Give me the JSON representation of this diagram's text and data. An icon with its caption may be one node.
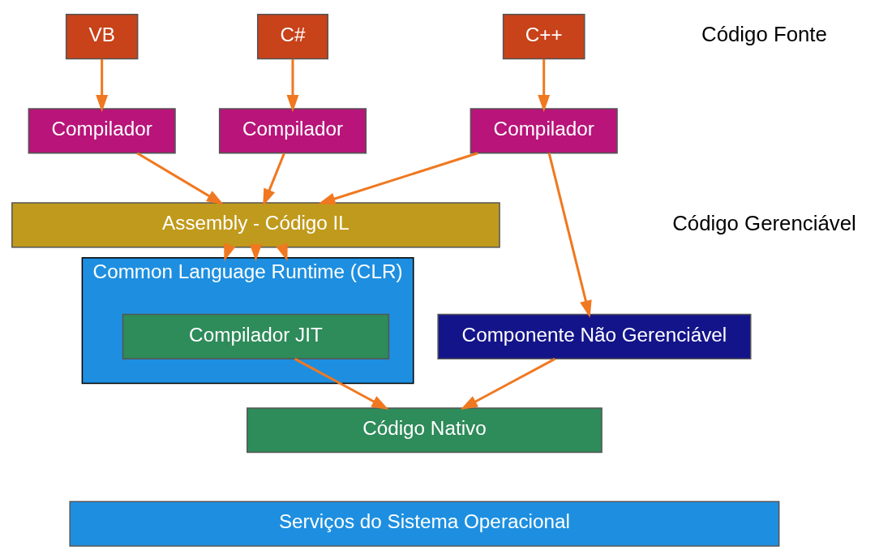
{
  "diagram": {
    "nodes": [
      {
        "text": [
          "VB"
        ]
      },
      {
        "text": [
          "C#"
        ]
      },
      {
        "text": [
          "C++"
        ]
      },
      {
        "text": [
          "Compilador"
        ]
      },
      {
        "text": [
          "Compilador"
        ]
      },
      {
        "text": [
          "Compilador"
        ]
      },
      {
        "text": [
          "Componente Não Gerenciável"
        ]
      },
      {
        "text": [
          "Assembly - Código IL"
        ]
      },
      {
        "text": [
          "Common Language Runtime (CLR)"
        ]
      },
      {
        "text": [
          "Compilador JIT"
        ],
        "in": 8
      },
      {
        "text": [
          "Código Nativo"
        ]
      },
      {
        "text": [
          "Serviços do Sistema Operacional"
        ]
      }
    ],
    "edges": [
      {
        "from": 0,
        "to": 3,
        "arrow": "to"
      },
      {
        "from": 1,
        "to": 4,
        "arrow": "to"
      },
      {
        "from": 2,
        "to": 5,
        "arrow": "to"
      },
      {
        "from": 5,
        "to": 6,
        "arrow": "to"
      },
      {
        "from": 3,
        "to": 7,
        "arrow": "to"
      },
      {
        "from": 4,
        "to": 7,
        "arrow": "to"
      },
      {
        "from": 5,
        "to": 7,
        "arrow": "to"
      },
      {
        "from": 7,
        "to": 8,
        "arrow": "to"
      },
      {
        "from": 7,
        "to": 8,
        "arrow": "to"
      },
      {
        "from": 7,
        "to": 8,
        "arrow": "to"
      },
      {
        "from": 9,
        "to": 10,
        "arrow": "to"
      },
      {
        "from": 6,
        "to": 10,
        "arrow": "to"
      }
    ],
    "labels": [
      "Código Fonte",
      "Código Gerenciável"
    ]
  }
}
